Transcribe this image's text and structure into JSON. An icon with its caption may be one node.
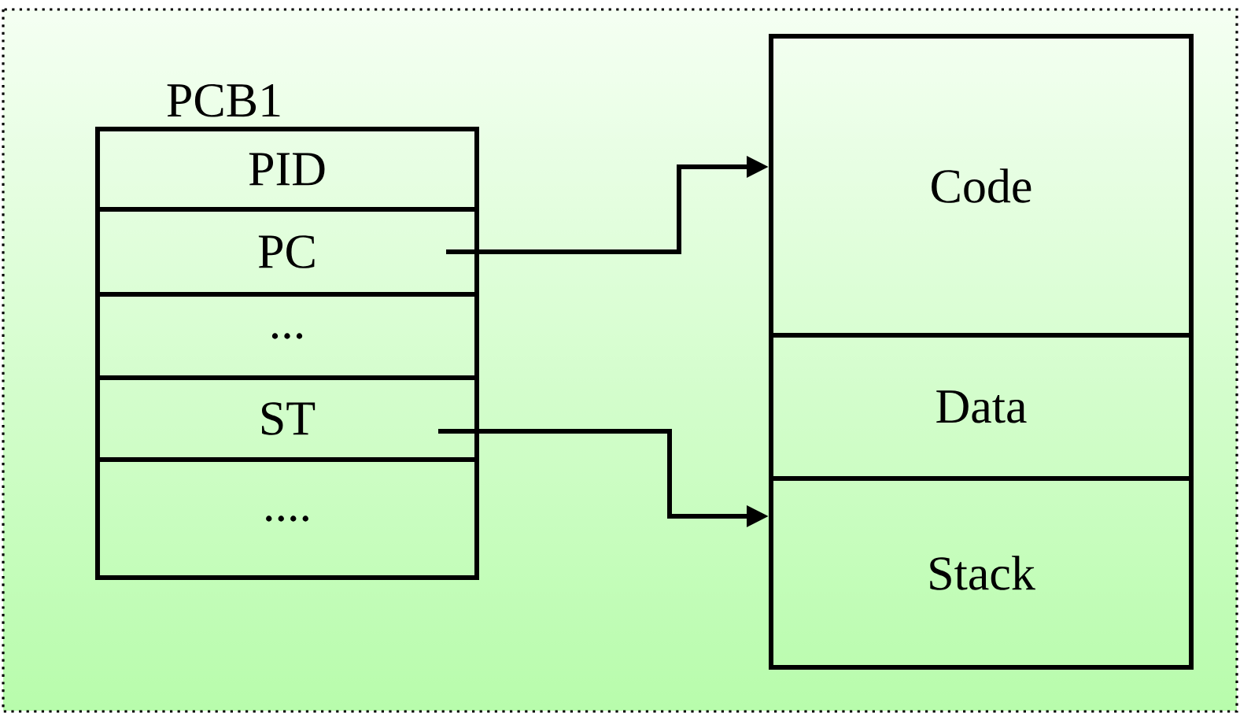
{
  "diagram": {
    "nodes": [
      {
        "text": [
          "PCB1"
        ]
      },
      {
        "text": [
          "PID"
        ],
        "in": 0
      },
      {
        "text": [
          "PC"
        ],
        "in": 0
      },
      {
        "text": [
          "..."
        ],
        "in": 0
      },
      {
        "text": [
          "ST"
        ],
        "in": 0
      },
      {
        "text": [
          "...."
        ],
        "in": 0
      },
      {
        "text": [
          "Code"
        ]
      },
      {
        "text": [
          "Data"
        ]
      },
      {
        "text": [
          "Stack"
        ]
      }
    ],
    "edges": [
      {
        "from": 2,
        "to": 6,
        "arrow": "to"
      },
      {
        "from": 4,
        "to": 8,
        "arrow": "to"
      }
    ]
  }
}
